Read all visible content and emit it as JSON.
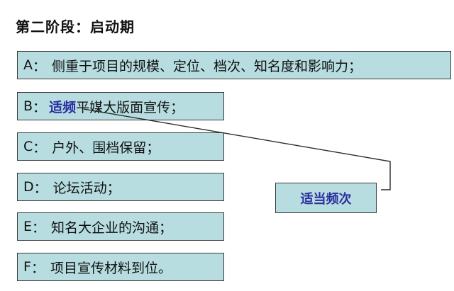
{
  "title": "第二阶段：启动期",
  "items": [
    {
      "letter": "A",
      "sep": "：",
      "highlight": "",
      "text": "侧重于项目的规模、定位、档次、知名度和影响力；"
    },
    {
      "letter": "B",
      "sep": "：",
      "highlight": "适频",
      "text": "平媒大版面宣传；"
    },
    {
      "letter": "C",
      "sep": "：",
      "highlight": "",
      "text": "户外、围档保留；"
    },
    {
      "letter": "D",
      "sep": "：",
      "highlight": "",
      "text": "论坛活动；"
    },
    {
      "letter": "E",
      "sep": "：",
      "highlight": "",
      "text": "知名大企业的沟通；"
    },
    {
      "letter": "F",
      "sep": "：",
      "highlight": "",
      "text": "项目宣传材料到位。"
    }
  ],
  "callout": {
    "text": "适当频次"
  },
  "colors": {
    "box_fill": "#b7dde0",
    "highlight_text": "#2a2fa0",
    "border": "#3b3b3b"
  }
}
